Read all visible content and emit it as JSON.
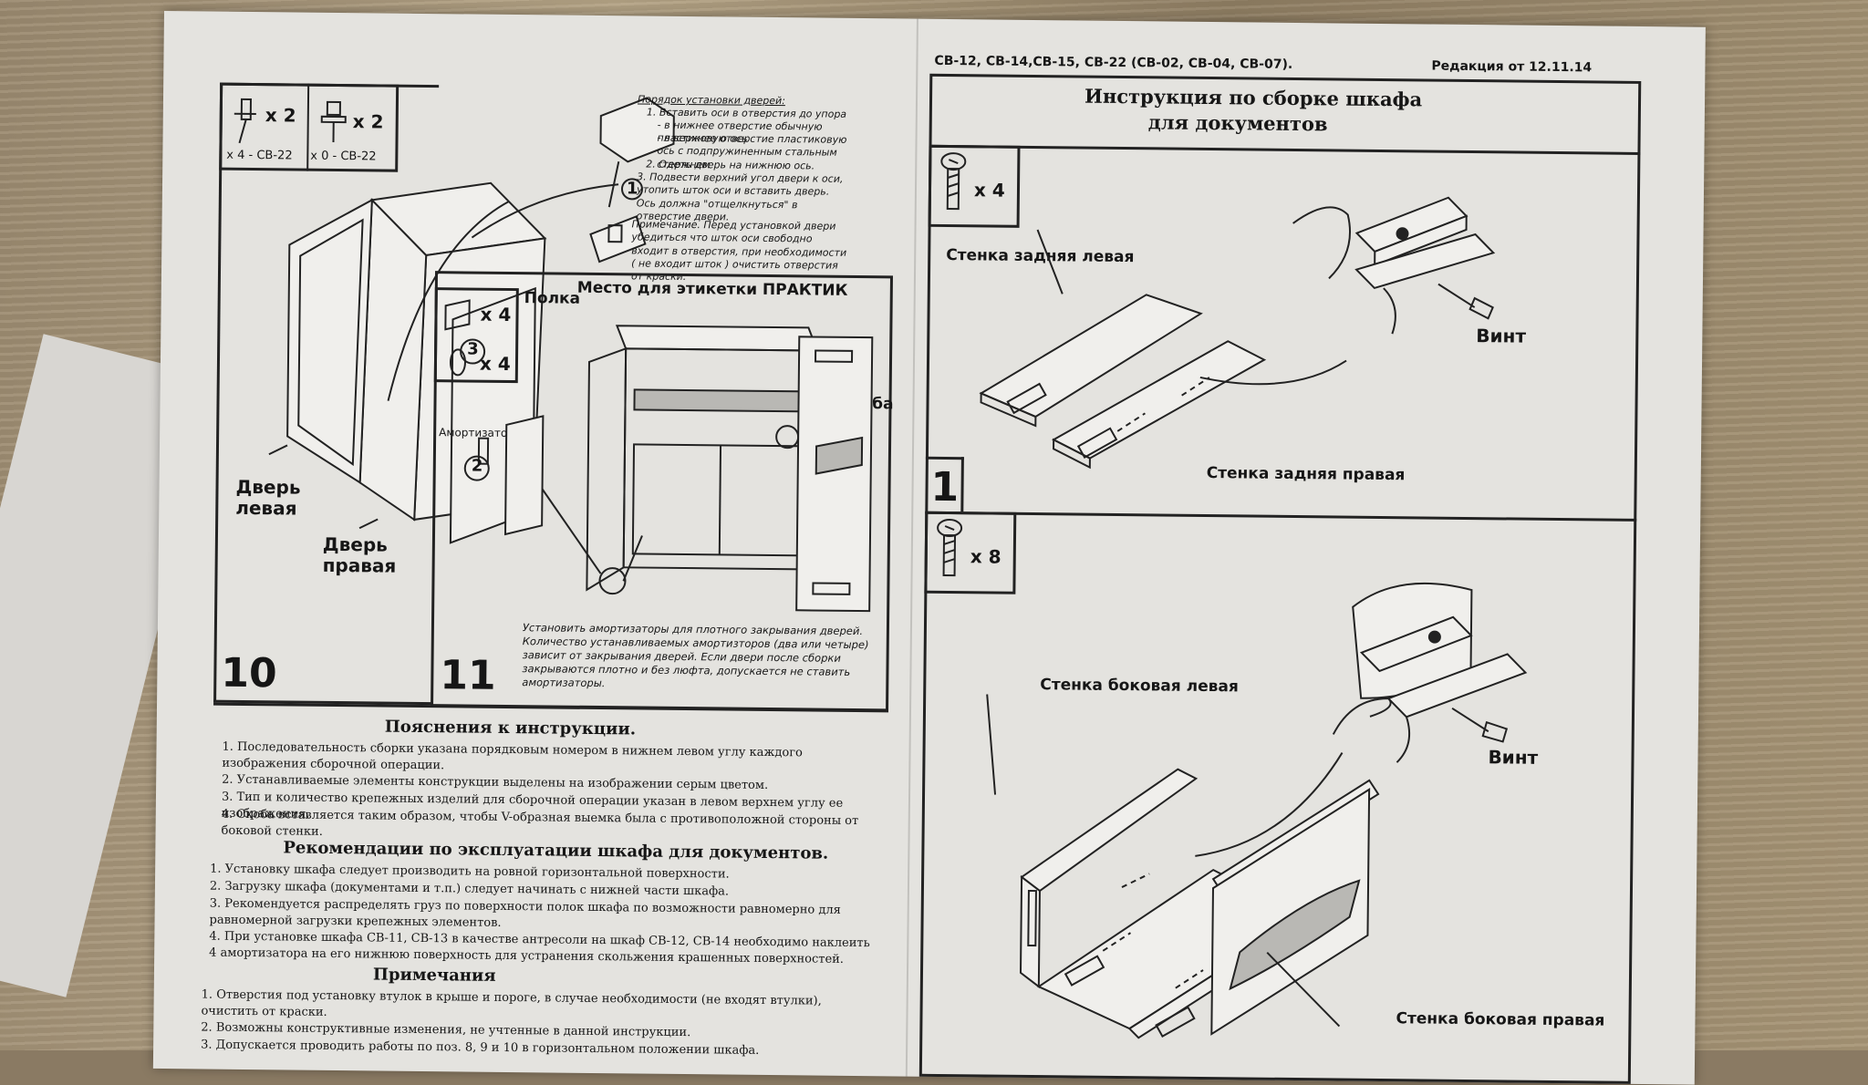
{
  "header": {
    "models": "СВ-12, СВ-14,СВ-15, СВ-22 (СВ-02, СВ-04, СВ-07).",
    "revision": "Редакция от 12.11.14"
  },
  "title": {
    "line1": "Инструкция по сборке шкафа",
    "line2": "для документов"
  },
  "step10": {
    "number": "10",
    "part1": "x 2",
    "part1_note": "x 4 - СВ-22",
    "part2": "x 2",
    "part2_note": "x 0 - СВ-22",
    "callout1": "1",
    "callout2": "2",
    "callout3": "3",
    "door_left": "Дверь левая",
    "door_right": "Дверь правая",
    "procedure_title": "Порядок установки дверей:",
    "procedure": [
      "1. Вставить оси в отверстия до упора",
      "- в нижнее отверстие обычную пластиковую ось",
      "- в верхнее отверстие пластиковую ось с подпружиненным стальным стержнем",
      "2. Одеть дверь на нижнюю ось.",
      "3. Подвести верхний угол двери к оси, утопить шток оси и вставить дверь. Ось должна \"отщелкнуться\" в отверстие двери."
    ],
    "note": "Примечание. Перед установкой двери убедиться что шток оси свободно входит в отверстия, при необходимости ( не входит шток ) очистить отверстия от краски."
  },
  "step11": {
    "number": "11",
    "part1": "x 4",
    "part2": "x 4",
    "shelf": "Полка",
    "label_place": "Место для этикетки ПРАКТИК",
    "damper": "Амортизатор",
    "bracket": "Скоба",
    "text": "Установить амортизаторы для плотного закрывания дверей. Количество устанавливаемых амортизторов (два или четыре) зависит от закрывания дверей. Если двери после сборки закрываются плотно и без люфта, допускается не ставить амортизаторы."
  },
  "explanations": {
    "title": "Пояснения к инструкции.",
    "items": [
      "1. Последовательность сборки указана порядковым номером в нижнем левом углу каждого изображения сборочной операции.",
      "2. Устанавливаемые элементы конструкции выделены на изображении серым цветом.",
      "3. Тип и количество крепежных изделий для сборочной операции указан в левом верхнем углу ее изображения.",
      "4. Скоба вставляется таким образом, чтобы V-образная выемка была с противоположной стороны от боковой стенки."
    ]
  },
  "recommendations": {
    "title": "Рекомендации по эксплуатации шкафа для документов.",
    "items": [
      "1. Установку шкафа следует производить на ровной горизонтальной поверхности.",
      "2. Загрузку шкафа (документами и т.п.) следует начинать с нижней части шкафа.",
      "3. Рекомендуется распределять груз по поверхности полок шкафа по возможности равномерно для равномерной загрузки крепежных элементов.",
      "4. При установке шкафа СВ-11, СВ-13 в качестве антресоли на шкаф СВ-12, СВ-14 необходимо наклеить 4 амортизатора на его нижнюю поверхность для устранения скольжения крашенных поверхностей."
    ]
  },
  "notes": {
    "title": "Примечания",
    "items": [
      "1. Отверстия под установку втулок в крыше и пороге, в случае необходимости (не входят втулки), очистить от краски.",
      "2. Возможны конструктивные изменения, не учтенные в данной инструкции.",
      "3. Допускается проводить работы по поз. 8, 9 и 10 в горизонтальном положении шкафа."
    ]
  },
  "step1": {
    "number": "1",
    "qty": "x 4",
    "left_panel": "Стенка задняя левая",
    "right_panel": "Стенка задняя правая",
    "screw": "Винт"
  },
  "step2": {
    "qty": "x 8",
    "left_panel": "Стенка боковая левая",
    "right_panel": "Стенка боковая правая",
    "screw": "Винт"
  }
}
